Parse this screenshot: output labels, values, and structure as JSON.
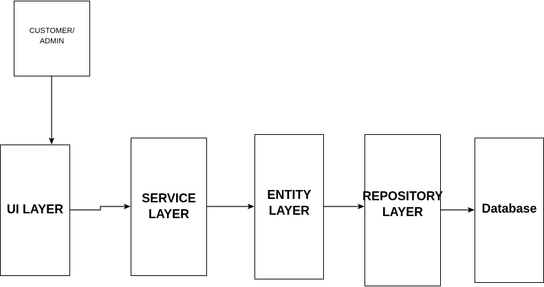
{
  "diagram": {
    "nodes": {
      "customer": "CUSTOMER/\nADMIN",
      "ui": "UI LAYER",
      "service": "SERVICE\nLAYER",
      "entity": "ENTITY\nLAYER",
      "repository": "REPOSITORY\nLAYER",
      "database": "Database"
    },
    "edges": [
      {
        "from": "customer",
        "to": "ui"
      },
      {
        "from": "ui",
        "to": "service"
      },
      {
        "from": "service",
        "to": "entity"
      },
      {
        "from": "entity",
        "to": "repository"
      },
      {
        "from": "repository",
        "to": "database"
      }
    ],
    "colors": {
      "stroke": "#000000",
      "fill": "#ffffff",
      "text": "#000000"
    }
  }
}
